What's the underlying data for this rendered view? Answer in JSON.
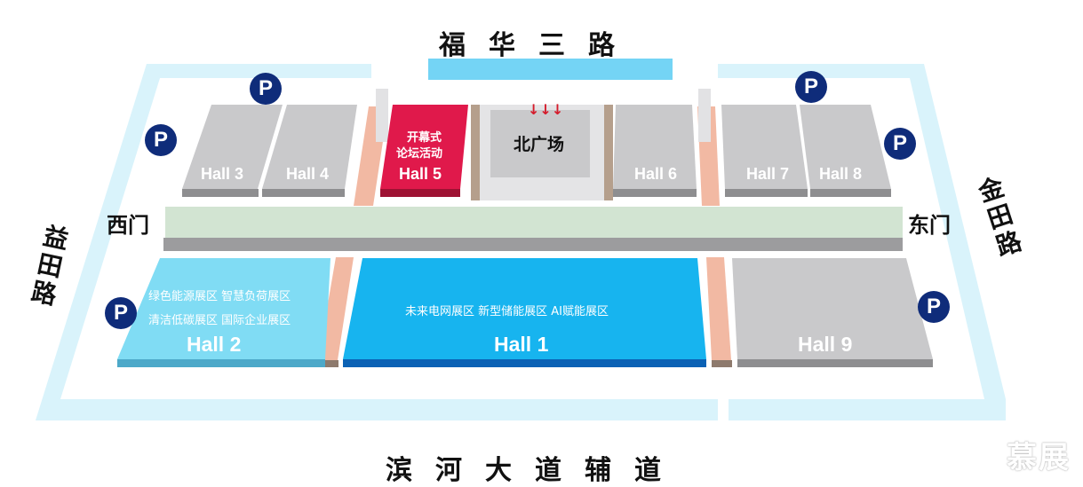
{
  "roads": {
    "north": "福华三路",
    "south": "滨河大道辅道",
    "west": "益田路",
    "east": "金田路"
  },
  "gates": {
    "west": "西门",
    "east": "东门"
  },
  "north_plaza": {
    "label": "北广场",
    "arrow": "↓↓↓"
  },
  "halls": {
    "hall3": "Hall 3",
    "hall4": "Hall 4",
    "hall5": "Hall 5",
    "hall5_note_line1": "开幕式",
    "hall5_note_line2": "论坛活动",
    "hall6": "Hall 6",
    "hall7": "Hall 7",
    "hall8": "Hall 8",
    "hall2": "Hall 2",
    "hall2_zones_line1": "绿色能源展区 智慧负荷展区",
    "hall2_zones_line2": "清洁低碳展区 国际企业展区",
    "hall1": "Hall 1",
    "hall1_zones": "未来电网展区 新型储能展区 AI赋能展区",
    "hall9": "Hall 9"
  },
  "parking_label": "P",
  "watermark": "慕展",
  "colors": {
    "hall_gray": "#c9c9cb",
    "hall5_red": "#e0194b",
    "hall1_blue": "#17b4ef",
    "hall2_lightblue": "#80dcf4",
    "corridor_green": "#d2e4d2",
    "parking_navy": "#0f2c7a",
    "outer_ring": "#d9f3fb",
    "north_road_bar": "#74d4f5"
  }
}
